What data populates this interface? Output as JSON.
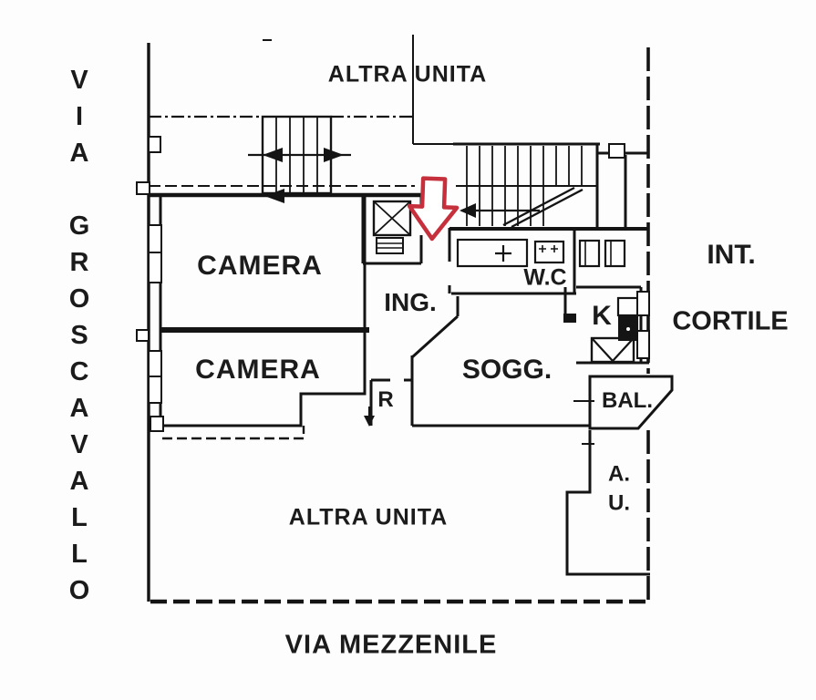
{
  "streets": {
    "left": "VIA GROSCAVALLO",
    "bottom": "VIA MEZZENILE"
  },
  "exterior": {
    "int_label": "INT.",
    "cortile_label": "CORTILE"
  },
  "other_units": {
    "top": "ALTRA UNITA",
    "bottom": "ALTRA UNITA"
  },
  "rooms": {
    "camera1": "CAMERA",
    "camera2": "CAMERA",
    "ingresso": "ING.",
    "wc": "W.C",
    "soggiorno": "SOGG.",
    "kitchen": "K",
    "ripostiglio": "R",
    "balcone": "BAL.",
    "altra_unita_abbrev": "A.\nU."
  },
  "colors": {
    "line": "#141414",
    "entrance_arrow": "#c5303c",
    "background": "#fdfdfd"
  }
}
